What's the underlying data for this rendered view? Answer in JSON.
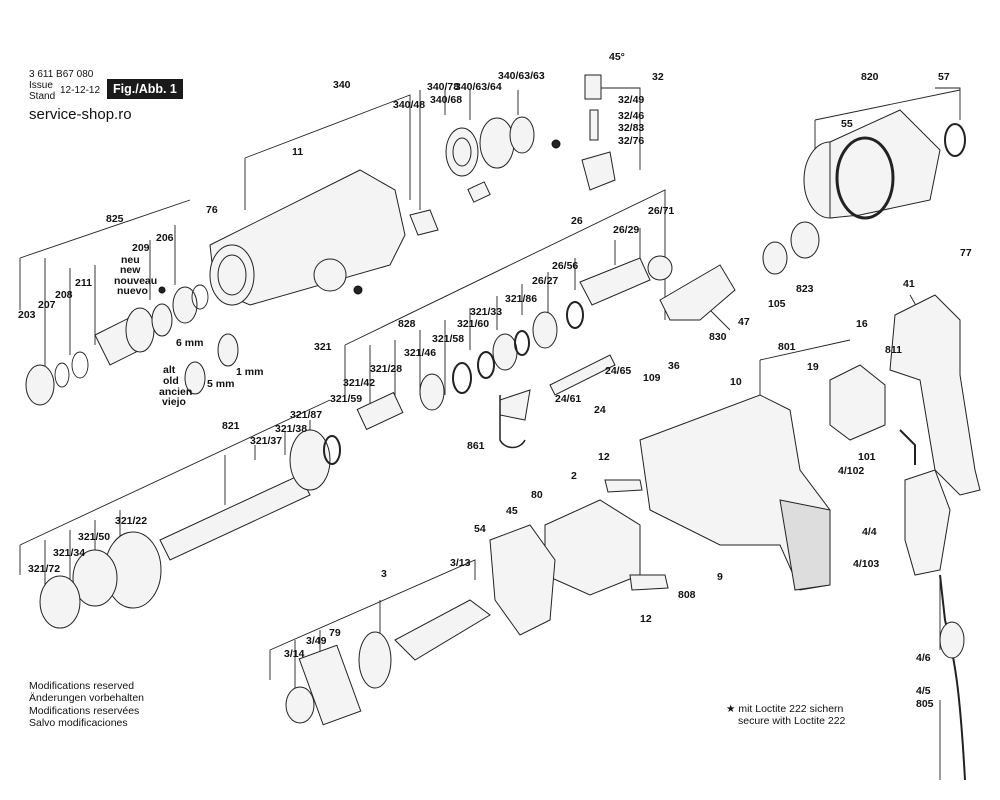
{
  "header": {
    "doc_number": "3 611 B67 080",
    "issue_label": "Issue",
    "stand_label": "Stand",
    "date": "12-12-12",
    "fig_label": "Fig./Abb. 1"
  },
  "site": "service-shop.ro",
  "notes": [
    "Modifications reserved",
    "Änderungen vorbehalten",
    "Modifications reservées",
    "Salvo modificaciones"
  ],
  "loctite": {
    "star": "★",
    "line1": "mit Loctite 222 sichern",
    "line2": "secure with Loctite 222"
  },
  "labels": [
    {
      "id": "340",
      "t": "340"
    },
    {
      "id": "340-78",
      "t": "340/78"
    },
    {
      "id": "340-63-64",
      "t": "340/63/64"
    },
    {
      "id": "340-63-63",
      "t": "340/63/63"
    },
    {
      "id": "340-48",
      "t": "340/48"
    },
    {
      "id": "340-68",
      "t": "340/68"
    },
    {
      "id": "45deg",
      "t": "45°"
    },
    {
      "id": "32",
      "t": "32"
    },
    {
      "id": "32-49",
      "t": "32/49"
    },
    {
      "id": "32-46",
      "t": "32/46"
    },
    {
      "id": "32-83",
      "t": "32/83"
    },
    {
      "id": "32-76",
      "t": "32/76"
    },
    {
      "id": "820",
      "t": "820"
    },
    {
      "id": "57",
      "t": "57"
    },
    {
      "id": "55",
      "t": "55"
    },
    {
      "id": "11",
      "t": "11"
    },
    {
      "id": "76",
      "t": "76"
    },
    {
      "id": "825",
      "t": "825"
    },
    {
      "id": "209",
      "t": "209"
    },
    {
      "id": "206",
      "t": "206"
    },
    {
      "id": "new1",
      "t": "neu"
    },
    {
      "id": "new2",
      "t": "new"
    },
    {
      "id": "new3",
      "t": "nouveau"
    },
    {
      "id": "new4",
      "t": "nuevo"
    },
    {
      "id": "211",
      "t": "211"
    },
    {
      "id": "208",
      "t": "208"
    },
    {
      "id": "207",
      "t": "207"
    },
    {
      "id": "203",
      "t": "203"
    },
    {
      "id": "6mm",
      "t": "6 mm"
    },
    {
      "id": "1mm",
      "t": "1 mm"
    },
    {
      "id": "5mm",
      "t": "5 mm"
    },
    {
      "id": "old1",
      "t": "alt"
    },
    {
      "id": "old2",
      "t": "old"
    },
    {
      "id": "old3",
      "t": "ancien"
    },
    {
      "id": "old4",
      "t": "viejo"
    },
    {
      "id": "26",
      "t": "26"
    },
    {
      "id": "26-71",
      "t": "26/71"
    },
    {
      "id": "26-29",
      "t": "26/29"
    },
    {
      "id": "26-56",
      "t": "26/56"
    },
    {
      "id": "26-27",
      "t": "26/27"
    },
    {
      "id": "321-86",
      "t": "321/86"
    },
    {
      "id": "321-33",
      "t": "321/33"
    },
    {
      "id": "321-60",
      "t": "321/60"
    },
    {
      "id": "321-58",
      "t": "321/58"
    },
    {
      "id": "828",
      "t": "828"
    },
    {
      "id": "321-46",
      "t": "321/46"
    },
    {
      "id": "321-28",
      "t": "321/28"
    },
    {
      "id": "321-42",
      "t": "321/42"
    },
    {
      "id": "321-59",
      "t": "321/59"
    },
    {
      "id": "321",
      "t": "321"
    },
    {
      "id": "821",
      "t": "821"
    },
    {
      "id": "321-87",
      "t": "321/87"
    },
    {
      "id": "321-38",
      "t": "321/38"
    },
    {
      "id": "321-37",
      "t": "321/37"
    },
    {
      "id": "321-22",
      "t": "321/22"
    },
    {
      "id": "321-50",
      "t": "321/50"
    },
    {
      "id": "321-34",
      "t": "321/34"
    },
    {
      "id": "321-72",
      "t": "321/72"
    },
    {
      "id": "47",
      "t": "47"
    },
    {
      "id": "105",
      "t": "105"
    },
    {
      "id": "823",
      "t": "823"
    },
    {
      "id": "830",
      "t": "830"
    },
    {
      "id": "109",
      "t": "109"
    },
    {
      "id": "36",
      "t": "36"
    },
    {
      "id": "24-65",
      "t": "24/65"
    },
    {
      "id": "24-61",
      "t": "24/61"
    },
    {
      "id": "24",
      "t": "24"
    },
    {
      "id": "861",
      "t": "861"
    },
    {
      "id": "77",
      "t": "77"
    },
    {
      "id": "41",
      "t": "41"
    },
    {
      "id": "801",
      "t": "801"
    },
    {
      "id": "16",
      "t": "16"
    },
    {
      "id": "811",
      "t": "811"
    },
    {
      "id": "19",
      "t": "19"
    },
    {
      "id": "10",
      "t": "10"
    },
    {
      "id": "101",
      "t": "101"
    },
    {
      "id": "4-102",
      "t": "4/102"
    },
    {
      "id": "12a",
      "t": "12"
    },
    {
      "id": "2",
      "t": "2"
    },
    {
      "id": "80",
      "t": "80"
    },
    {
      "id": "45",
      "t": "45"
    },
    {
      "id": "54",
      "t": "54"
    },
    {
      "id": "3-13",
      "t": "3/13"
    },
    {
      "id": "3",
      "t": "3"
    },
    {
      "id": "79",
      "t": "79"
    },
    {
      "id": "3-49",
      "t": "3/49"
    },
    {
      "id": "3-14",
      "t": "3/14"
    },
    {
      "id": "808",
      "t": "808"
    },
    {
      "id": "9",
      "t": "9"
    },
    {
      "id": "12b",
      "t": "12"
    },
    {
      "id": "4-4",
      "t": "4/4"
    },
    {
      "id": "4-103",
      "t": "4/103"
    },
    {
      "id": "4-6",
      "t": "4/6"
    },
    {
      "id": "4-5",
      "t": "4/5"
    },
    {
      "id": "805",
      "t": "805"
    }
  ]
}
